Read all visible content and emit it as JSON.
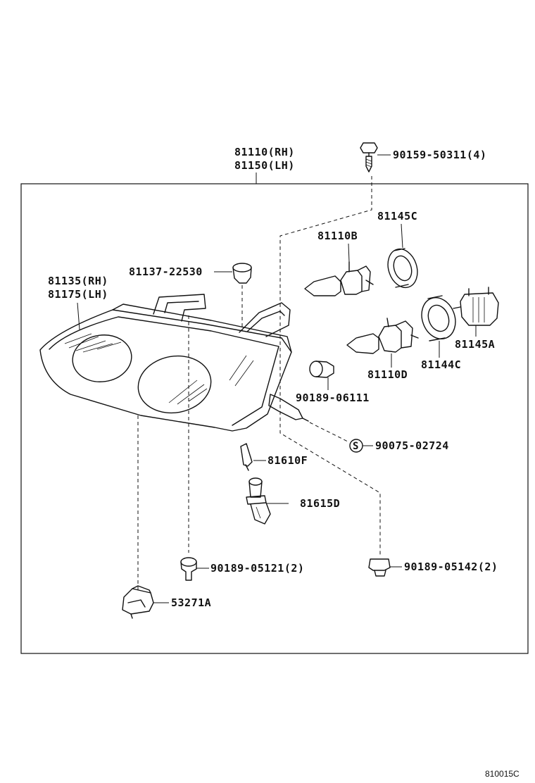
{
  "labels": {
    "assy_rh": "81110(RH)",
    "assy_lh": "81150(LH)",
    "screw": "90159-50311(4)",
    "socket_c": "81145C",
    "bulb_b": "81110B",
    "cap_b": "81137-22530",
    "lens_rh": "81135(RH)",
    "lens_lh": "81175(LH)",
    "bulb_d": "81110D",
    "ring": "81144C",
    "socket_a": "81145A",
    "grommet": "90189-06111",
    "s_mark": "S",
    "screw_s": "90075-02724",
    "bulb_f": "81610F",
    "socket_d": "81615D",
    "grommet_121": "90189-05121(2)",
    "grommet_142": "90189-05142(2)",
    "clip": "53271A",
    "figure_code": "810015C"
  }
}
